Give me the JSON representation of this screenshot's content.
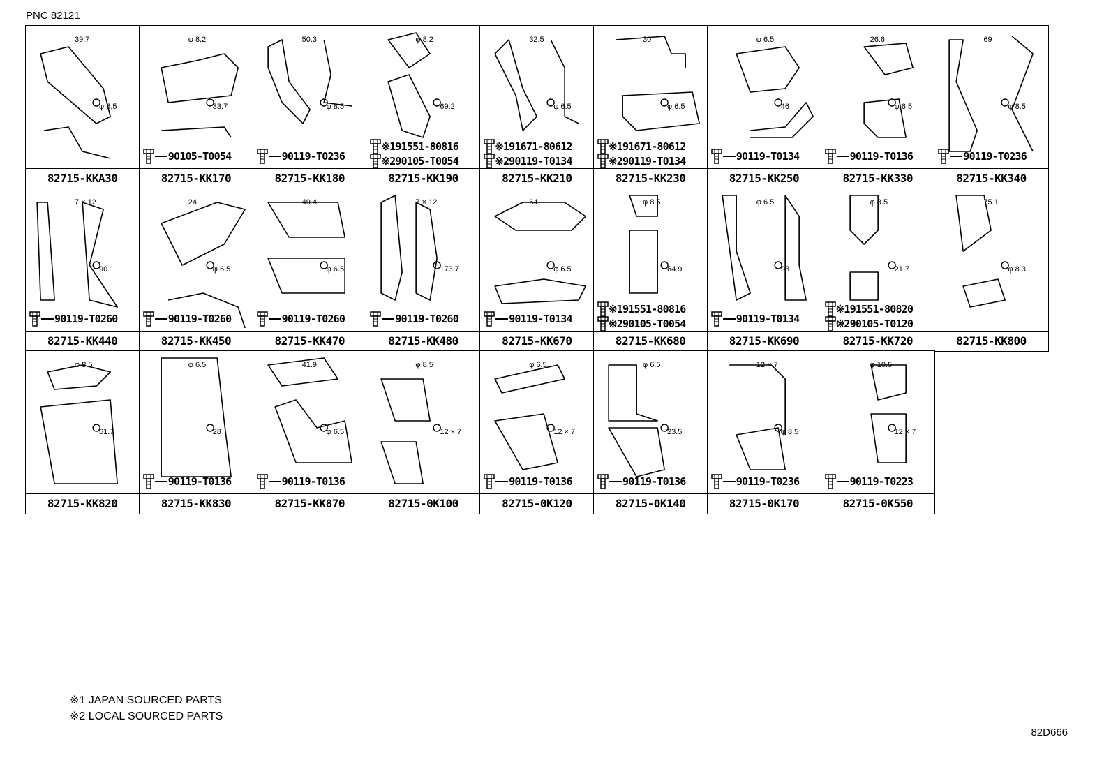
{
  "header": {
    "pnc": "PNC 82121"
  },
  "cells": [
    {
      "part": "82715-KKA30",
      "bolts": [],
      "dims": [
        "39.7",
        "φ 6.5"
      ]
    },
    {
      "part": "82715-KK170",
      "bolts": [
        "90105-T0054"
      ],
      "dims": [
        "φ 8.2",
        "33.7"
      ]
    },
    {
      "part": "82715-KK180",
      "bolts": [
        "90119-T0236"
      ],
      "dims": [
        "50.3",
        "φ 8.5"
      ]
    },
    {
      "part": "82715-KK190",
      "bolts": [
        "※191551-80816",
        "※290105-T0054"
      ],
      "dims": [
        "φ 8.2",
        "69.2"
      ]
    },
    {
      "part": "82715-KK210",
      "bolts": [
        "※191671-80612",
        "※290119-T0134"
      ],
      "dims": [
        "32.5",
        "φ 6.5"
      ]
    },
    {
      "part": "82715-KK230",
      "bolts": [
        "※191671-80612",
        "※290119-T0134"
      ],
      "dims": [
        "30",
        "φ 6.5"
      ]
    },
    {
      "part": "82715-KK250",
      "bolts": [
        "90119-T0134"
      ],
      "dims": [
        "φ 6.5",
        "46"
      ]
    },
    {
      "part": "82715-KK330",
      "bolts": [
        "90119-T0136"
      ],
      "dims": [
        "26.6",
        "φ 6.5"
      ]
    },
    {
      "part": "82715-KK340",
      "bolts": [
        "90119-T0236"
      ],
      "dims": [
        "69",
        "φ 8.5"
      ]
    },
    {
      "part": "82715-KK440",
      "bolts": [
        "90119-T0260"
      ],
      "dims": [
        "7 × 12",
        "90.1"
      ]
    },
    {
      "part": "82715-KK450",
      "bolts": [
        "90119-T0260"
      ],
      "dims": [
        "24",
        "φ 6.5"
      ]
    },
    {
      "part": "82715-KK470",
      "bolts": [
        "90119-T0260"
      ],
      "dims": [
        "49.4",
        "φ 6.5"
      ]
    },
    {
      "part": "82715-KK480",
      "bolts": [
        "90119-T0260"
      ],
      "dims": [
        "7 × 12",
        "173.7"
      ]
    },
    {
      "part": "82715-KK670",
      "bolts": [
        "90119-T0134"
      ],
      "dims": [
        "64",
        "φ 6.5"
      ]
    },
    {
      "part": "82715-KK680",
      "bolts": [
        "※191551-80816",
        "※290105-T0054"
      ],
      "dims": [
        "φ 8.5",
        "64.9"
      ]
    },
    {
      "part": "82715-KK690",
      "bolts": [
        "90119-T0134"
      ],
      "dims": [
        "φ 6.5",
        "93"
      ]
    },
    {
      "part": "82715-KK720",
      "bolts": [
        "※191551-80820",
        "※290105-T0120"
      ],
      "dims": [
        "φ 8.5",
        "21.7"
      ]
    },
    {
      "part": "82715-KK800",
      "bolts": [],
      "dims": [
        "75.1",
        "φ 8.3"
      ]
    },
    {
      "part": "82715-KK820",
      "bolts": [],
      "dims": [
        "φ 8.5",
        "61.7"
      ]
    },
    {
      "part": "82715-KK830",
      "bolts": [
        "90119-T0136"
      ],
      "dims": [
        "φ 6.5",
        "28"
      ]
    },
    {
      "part": "82715-KK870",
      "bolts": [
        "90119-T0136"
      ],
      "dims": [
        "41.9",
        "φ 6.5"
      ]
    },
    {
      "part": "82715-0K100",
      "bolts": [],
      "dims": [
        "φ 8.5",
        "12 × 7"
      ]
    },
    {
      "part": "82715-0K120",
      "bolts": [
        "90119-T0136"
      ],
      "dims": [
        "φ 6.5",
        "12 × 7"
      ]
    },
    {
      "part": "82715-0K140",
      "bolts": [
        "90119-T0136"
      ],
      "dims": [
        "φ 6.5",
        "23.5"
      ]
    },
    {
      "part": "82715-0K170",
      "bolts": [
        "90119-T0236"
      ],
      "dims": [
        "12 × 7",
        "φ 8.5"
      ]
    },
    {
      "part": "82715-0K550",
      "bolts": [
        "90119-T0223"
      ],
      "dims": [
        "φ 10.5",
        "12 × 7"
      ]
    }
  ],
  "notes": [
    "※1 JAPAN SOURCED PARTS",
    "※2 LOCAL SOURCED PARTS"
  ],
  "footer": {
    "code": "82D666"
  }
}
